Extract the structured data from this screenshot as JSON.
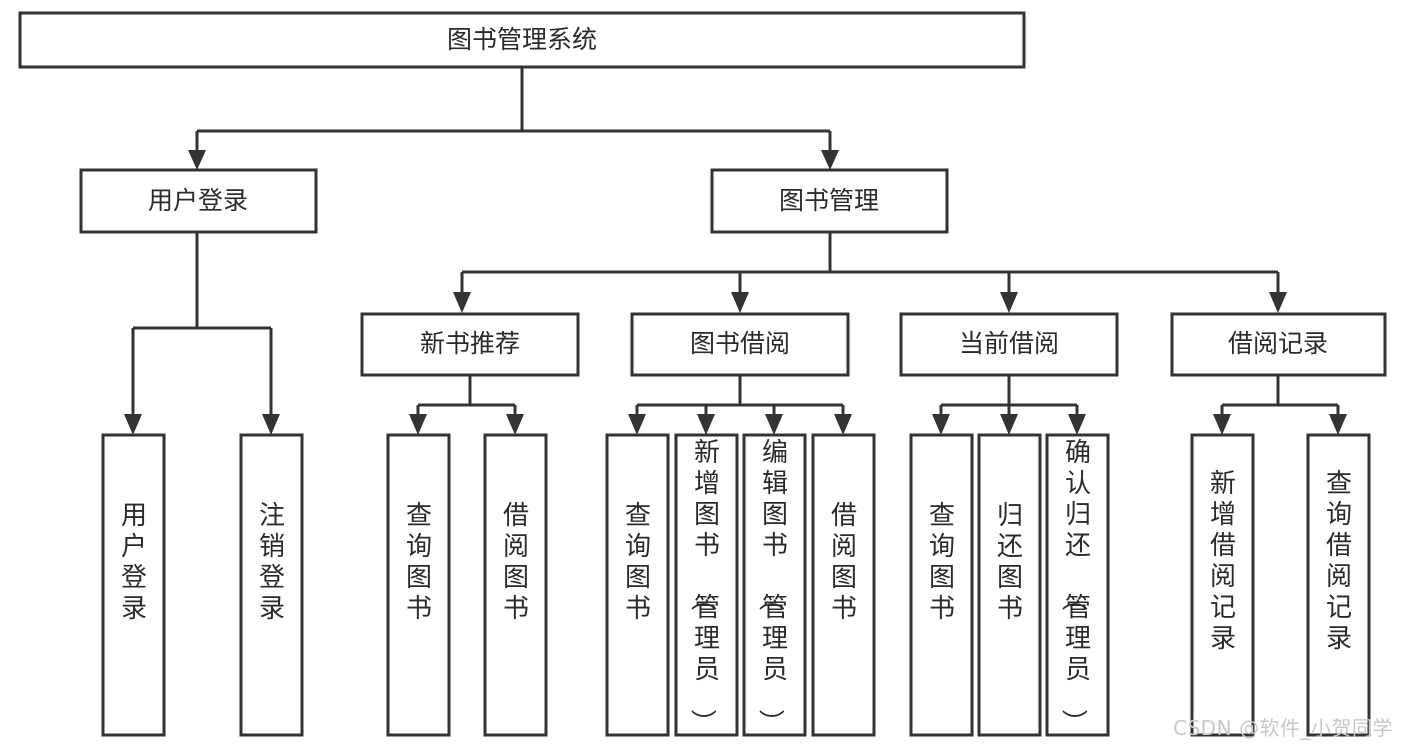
{
  "diagram": {
    "title": "图书管理系统",
    "type": "hierarchy-tree",
    "orientation": "top-down",
    "colors": {
      "box_stroke": "#333333",
      "box_fill": "#ffffff",
      "text": "#2b2b2b",
      "background": "#ffffff",
      "watermark": "#c9c9c9"
    },
    "levels": [
      {
        "level": 1,
        "nodes": [
          {
            "id": "root",
            "label": "图书管理系统",
            "orientation": "horizontal"
          }
        ]
      },
      {
        "level": 2,
        "nodes": [
          {
            "id": "login",
            "label": "用户登录",
            "orientation": "horizontal",
            "parent": "root"
          },
          {
            "id": "bookmgmt",
            "label": "图书管理",
            "orientation": "horizontal",
            "parent": "root"
          }
        ]
      },
      {
        "level": 3,
        "nodes": [
          {
            "id": "newbook",
            "label": "新书推荐",
            "orientation": "horizontal",
            "parent": "bookmgmt"
          },
          {
            "id": "borrow",
            "label": "图书借阅",
            "orientation": "horizontal",
            "parent": "bookmgmt"
          },
          {
            "id": "current",
            "label": "当前借阅",
            "orientation": "horizontal",
            "parent": "bookmgmt"
          },
          {
            "id": "records",
            "label": "借阅记录",
            "orientation": "horizontal",
            "parent": "bookmgmt"
          }
        ]
      },
      {
        "level": 4,
        "nodes": [
          {
            "id": "leaf-1",
            "label": "用户登录",
            "orientation": "vertical",
            "parent": "login"
          },
          {
            "id": "leaf-2",
            "label": "注销登录",
            "orientation": "vertical",
            "parent": "login"
          },
          {
            "id": "leaf-3",
            "label": "查询图书",
            "orientation": "vertical",
            "parent": "newbook"
          },
          {
            "id": "leaf-4",
            "label": "借阅图书",
            "orientation": "vertical",
            "parent": "newbook"
          },
          {
            "id": "leaf-5",
            "label": "查询图书",
            "orientation": "vertical",
            "parent": "borrow"
          },
          {
            "id": "leaf-6",
            "label": "新增图书（管理员）",
            "orientation": "vertical",
            "parent": "borrow"
          },
          {
            "id": "leaf-7",
            "label": "编辑图书（管理员）",
            "orientation": "vertical",
            "parent": "borrow"
          },
          {
            "id": "leaf-8",
            "label": "借阅图书",
            "orientation": "vertical",
            "parent": "borrow"
          },
          {
            "id": "leaf-9",
            "label": "查询图书",
            "orientation": "vertical",
            "parent": "current"
          },
          {
            "id": "leaf-10",
            "label": "归还图书",
            "orientation": "vertical",
            "parent": "current"
          },
          {
            "id": "leaf-11",
            "label": "确认归还（管理员）",
            "orientation": "vertical",
            "parent": "current"
          },
          {
            "id": "leaf-12",
            "label": "新增借阅记录",
            "orientation": "vertical",
            "parent": "records"
          },
          {
            "id": "leaf-13",
            "label": "查询借阅记录",
            "orientation": "vertical",
            "parent": "records"
          }
        ]
      }
    ]
  },
  "watermark": {
    "text": "CSDN @软件_小贺同学"
  }
}
